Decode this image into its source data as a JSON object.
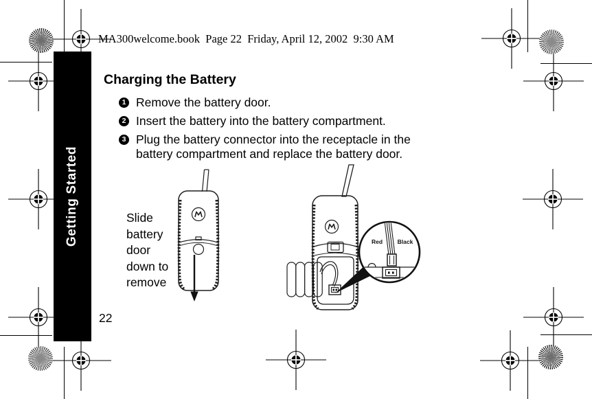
{
  "document": {
    "scan_header": "MA300welcome.book  Page 22  Friday, April 12, 2002  9:30 AM",
    "sidebar_tab": "Getting Started",
    "page_number": "22",
    "section": {
      "title": "Charging the Battery",
      "steps": [
        {
          "num": "1",
          "text": "Remove the battery door."
        },
        {
          "num": "2",
          "text": "Insert the battery into the battery compartment."
        },
        {
          "num": "3",
          "text": "Plug the battery connector into the receptacle in the battery compartment and replace the battery door."
        }
      ]
    },
    "illustration": {
      "caption_lines": [
        "Slide",
        "battery",
        "door",
        "down to",
        "remove"
      ],
      "callout_labels": {
        "red": "Red",
        "black": "Black"
      }
    }
  },
  "colors": {
    "ink": "#000000",
    "paper": "#ffffff",
    "sidebar_bg": "#000000",
    "sidebar_text": "#ffffff"
  }
}
